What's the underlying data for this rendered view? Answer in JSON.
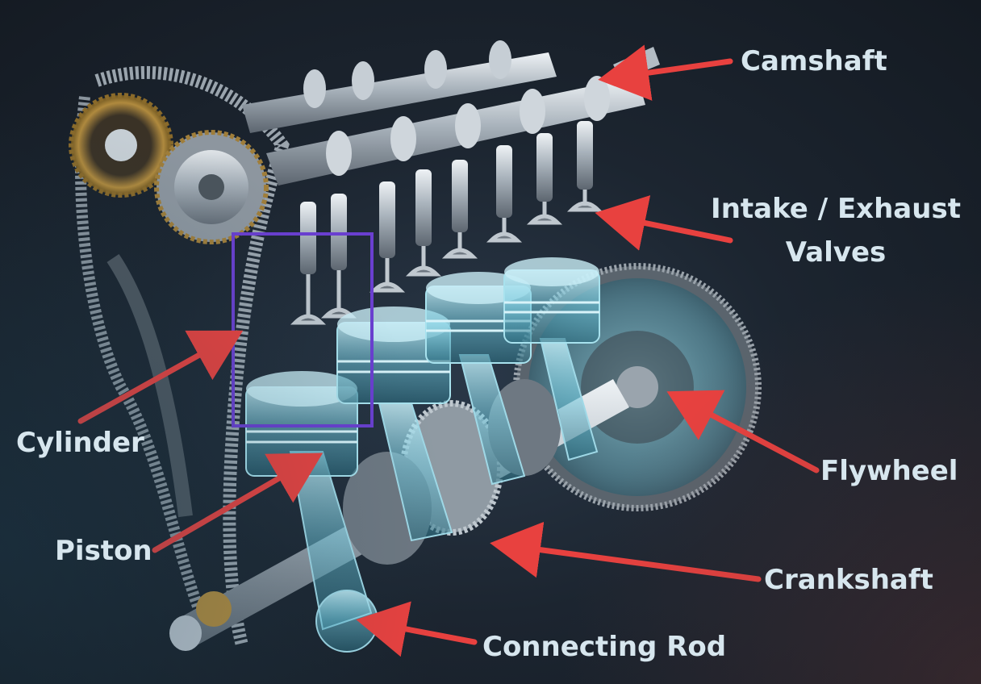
{
  "labels": {
    "camshaft": "Camshaft",
    "valves_line1": "Intake / Exhaust",
    "valves_line2": "Valves",
    "cylinder": "Cylinder",
    "flywheel": "Flywheel",
    "piston": "Piston",
    "crankshaft": "Crankshaft",
    "connecting_rod": "Connecting Rod"
  },
  "colors": {
    "arrow": "#e8413f",
    "highlight_box": "#6a3fd0",
    "label_text": "#d7e6ee",
    "metal": "#b9c2cb",
    "glass": "#7fd3e6",
    "bronze": "#b08a3e"
  }
}
